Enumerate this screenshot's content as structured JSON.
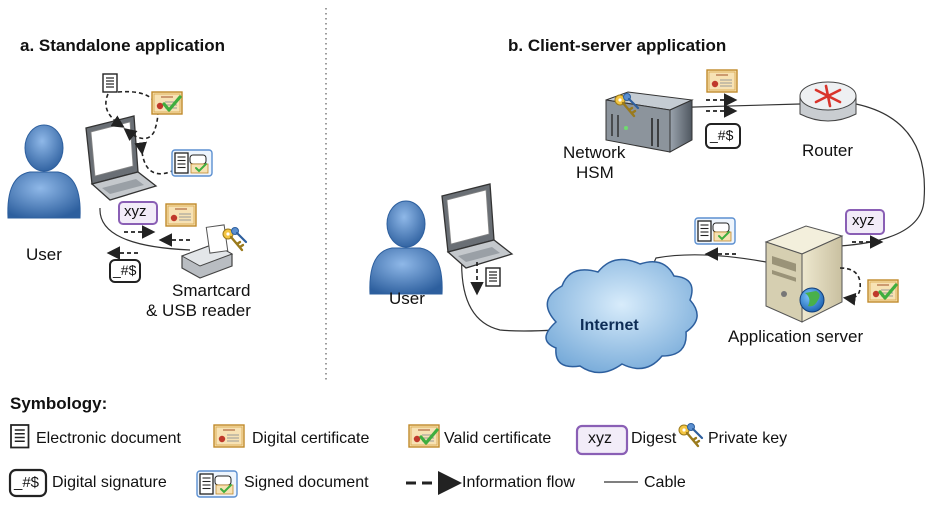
{
  "panel_a": {
    "title": "a. Standalone application",
    "user_label": "User",
    "reader_label_line1": "Smartcard",
    "reader_label_line2": "& USB reader",
    "digest_text": "xyz",
    "signature_text": "_#$"
  },
  "panel_b": {
    "title": "b. Client-server application",
    "hsm_label_line1": "Network",
    "hsm_label_line2": "HSM",
    "router_label": "Router",
    "user_label": "User",
    "internet_label": "Internet",
    "server_label": "Application server",
    "digest_text": "xyz",
    "signature_text": "_#$"
  },
  "legend": {
    "heading": "Symbology:",
    "items": [
      {
        "label": "Electronic document",
        "icon": "document-icon"
      },
      {
        "label": "Digital certificate",
        "icon": "certificate-icon"
      },
      {
        "label": "Valid certificate",
        "icon": "valid-certificate-icon"
      },
      {
        "label": "Digest",
        "icon": "digest-icon",
        "symbol_text": "xyz"
      },
      {
        "label": "Private key",
        "icon": "key-icon"
      },
      {
        "label": "Digital signature",
        "icon": "signature-icon",
        "symbol_text": "_#$"
      },
      {
        "label": "Signed document",
        "icon": "signed-document-icon"
      },
      {
        "label": "Information flow",
        "icon": "arrow-icon"
      },
      {
        "label": "Cable",
        "icon": "cable-icon"
      }
    ]
  },
  "colors": {
    "person": "#4a7fc0",
    "digest_border": "#8a5fb5",
    "check": "#3fae3f",
    "cert_fill": "#f7e2b4",
    "seal": "#c0392b"
  }
}
